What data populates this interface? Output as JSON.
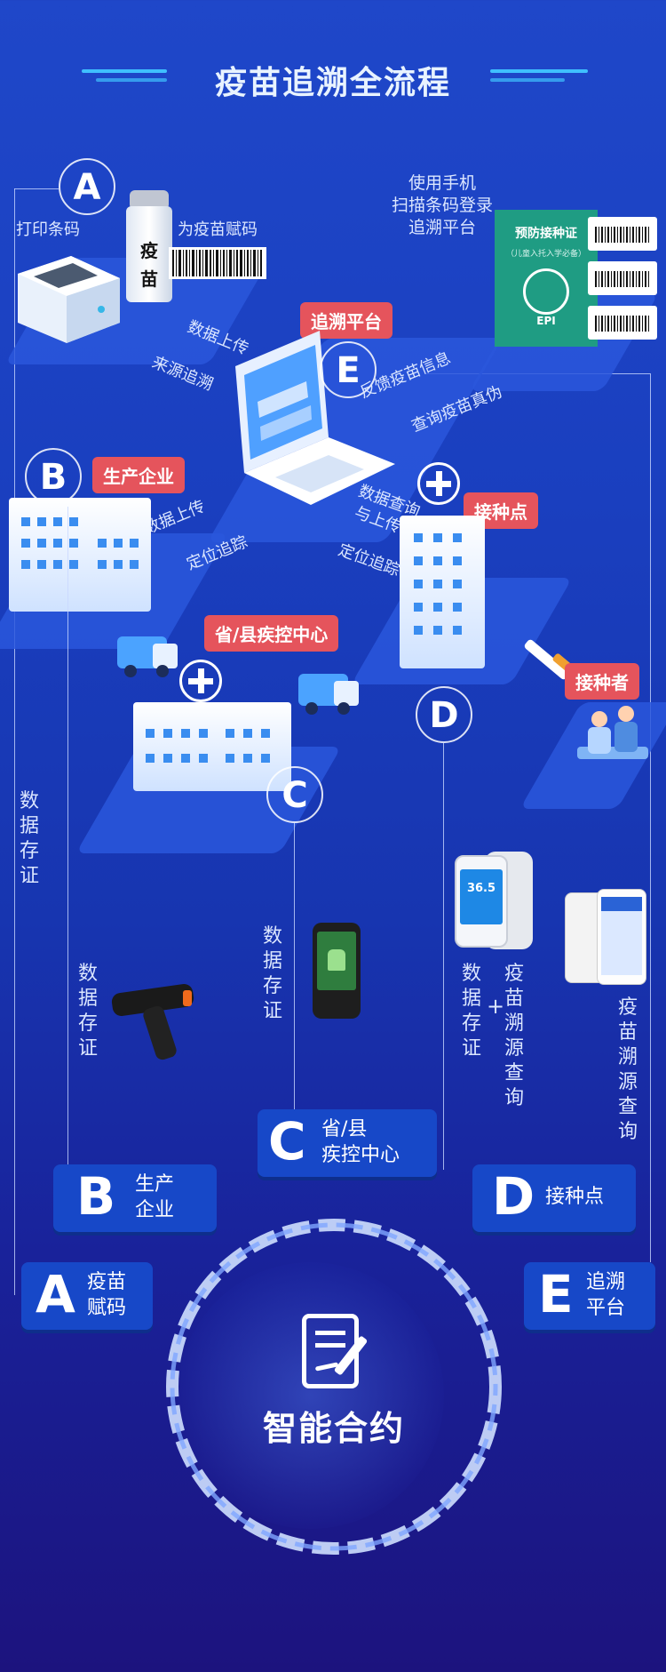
{
  "page": {
    "title": "疫苗追溯全流程"
  },
  "nodes": {
    "A": {
      "letter": "A",
      "print_label": "打印条码",
      "assign_label": "为疫苗赋码",
      "vial_chars": [
        "疫",
        "苗"
      ]
    },
    "B": {
      "letter": "B",
      "tag": "生产企业"
    },
    "C": {
      "letter": "C",
      "tag": "省/县疾控中心"
    },
    "D": {
      "letter": "D",
      "tag": "接种点"
    },
    "E": {
      "letter": "E",
      "tag": "追溯平台",
      "scan_note": [
        "使用手机",
        "扫描条码登录",
        "追溯平台"
      ],
      "card_title": "预防接种证",
      "card_sub": "（儿童入托入学必备）",
      "card_logo": "EPI"
    },
    "recipient": {
      "tag": "接种者"
    }
  },
  "arrows": {
    "upload1": "数据上传",
    "trace1": "来源追溯",
    "feedback": "反馈疫苗信息",
    "query_auth": "查询疫苗真伪",
    "upload2": "数据上传",
    "locate1": "定位追踪",
    "query_upload": [
      "数据查询",
      "与上传"
    ],
    "locate2": "定位追踪"
  },
  "evidence": {
    "left": "数据存证",
    "b": "数据存证",
    "c": "数据存证",
    "d": "数据存证",
    "d_plus": "+",
    "d_query": "疫苗溯源查询",
    "e_query": "疫苗溯源查询"
  },
  "bottom": {
    "A": {
      "letter": "A",
      "text": [
        "疫苗",
        "赋码"
      ]
    },
    "B": {
      "letter": "B",
      "text": [
        "生产",
        "企业"
      ]
    },
    "C": {
      "letter": "C",
      "text": [
        "省/县",
        "疾控中心"
      ]
    },
    "D": {
      "letter": "D",
      "text": [
        "接种点"
      ]
    },
    "E": {
      "letter": "E",
      "text": [
        "追溯",
        "平台"
      ]
    },
    "center": "智能合约"
  },
  "thermometer": {
    "reading": "36.5"
  },
  "colors": {
    "tag_red": "#e5545c",
    "accent_cyan": "#3fc0ff",
    "badge_blue": "#1748c8"
  }
}
